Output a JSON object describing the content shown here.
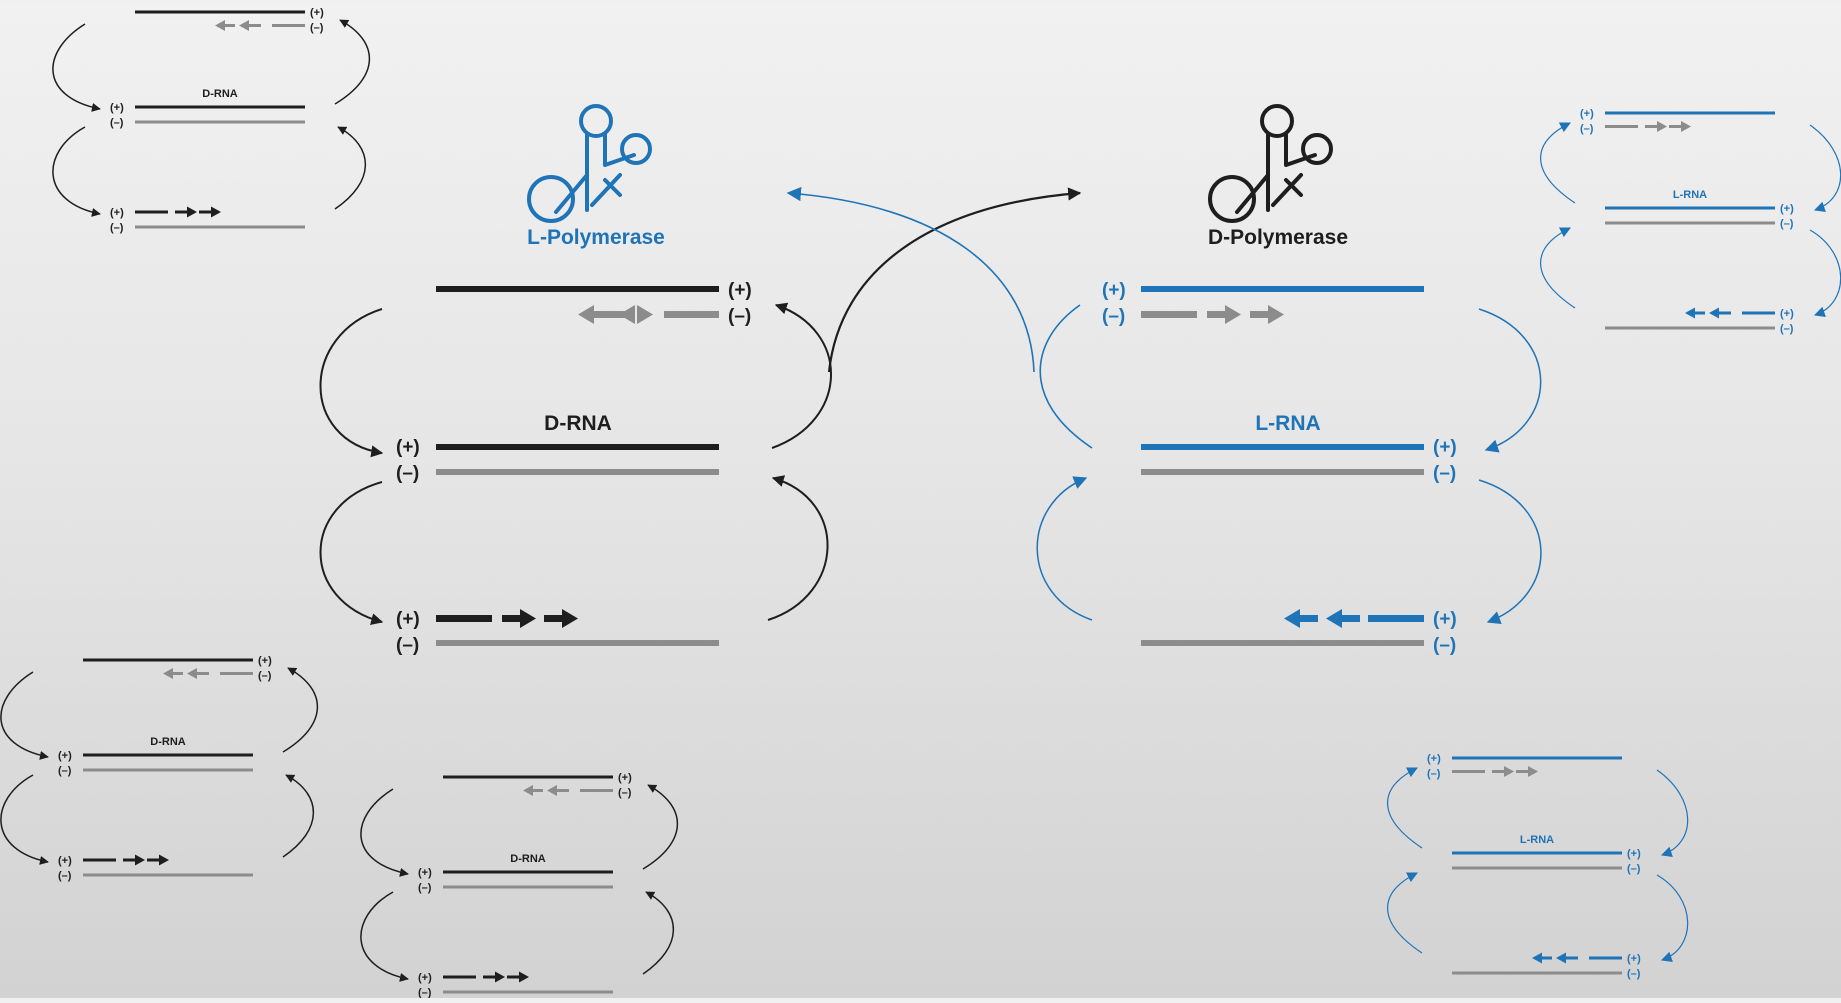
{
  "colors": {
    "black": "#1e1e1e",
    "gray": "#8c8c8c",
    "blue": "#1f74b8"
  },
  "labels": {
    "plus": "(+)",
    "minus": "(–)",
    "d_rna": "D-RNA",
    "l_rna": "L-RNA",
    "l_polymerase": "L-Polymerase",
    "d_polymerase": "D-Polymerase"
  },
  "polymerases": [
    {
      "label": "L-Polymerase",
      "color": "blue",
      "icon": "polymerase-icon"
    },
    {
      "label": "D-Polymerase",
      "color": "black",
      "icon": "polymerase-icon"
    }
  ],
  "cycles": [
    {
      "name": "main-d-rna-cycle",
      "kind": "D",
      "label": "D-RNA"
    },
    {
      "name": "main-l-rna-cycle",
      "kind": "L",
      "label": "L-RNA"
    },
    {
      "name": "mini-d-rna-cycle-top-left",
      "kind": "D",
      "label": "D-RNA"
    },
    {
      "name": "mini-d-rna-cycle-left",
      "kind": "D",
      "label": "D-RNA"
    },
    {
      "name": "mini-d-rna-cycle-bottom",
      "kind": "D",
      "label": "D-RNA"
    },
    {
      "name": "mini-l-rna-cycle-top-right",
      "kind": "L",
      "label": "L-RNA"
    },
    {
      "name": "mini-l-rna-cycle-bottom-right",
      "kind": "L",
      "label": "L-RNA"
    }
  ]
}
